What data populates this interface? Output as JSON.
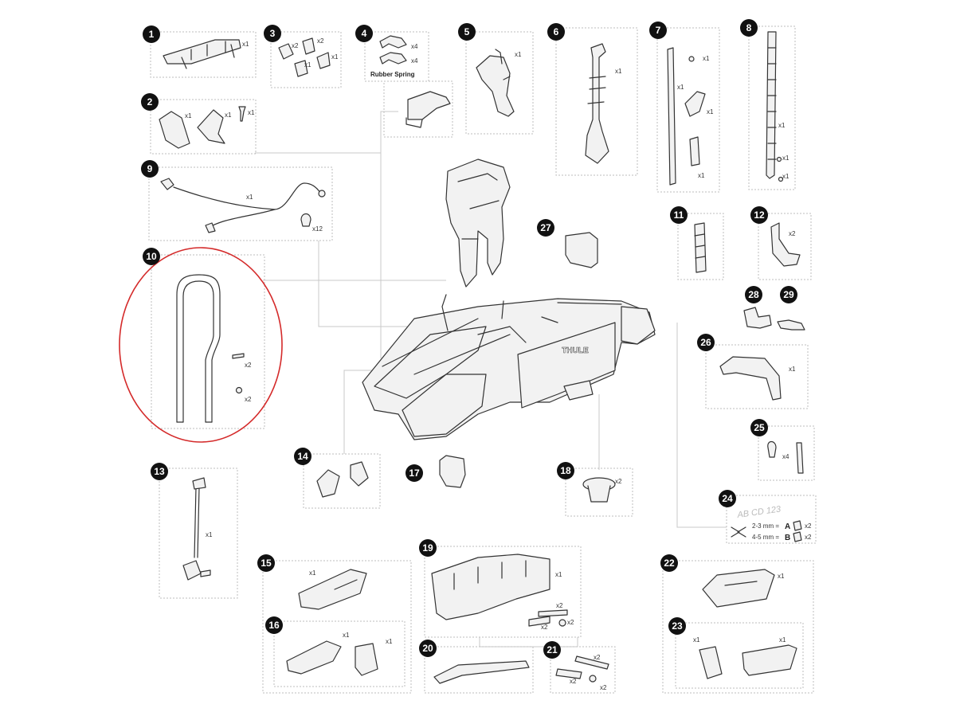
{
  "brand_text": "THULE",
  "highlight_color": "#d42a2a",
  "callouts": [
    {
      "n": "1",
      "q": [
        "x1"
      ]
    },
    {
      "n": "2",
      "q": [
        "x1",
        "x1",
        "x1"
      ]
    },
    {
      "n": "3",
      "q": [
        "x2",
        "x2",
        "x1",
        "x1"
      ]
    },
    {
      "n": "4",
      "q": [
        "x4",
        "x4"
      ],
      "caption": "Rubber Spring"
    },
    {
      "n": "5",
      "q": [
        "x1"
      ]
    },
    {
      "n": "6",
      "q": [
        "x1"
      ]
    },
    {
      "n": "7",
      "q": [
        "x1",
        "x1",
        "x1",
        "x1"
      ]
    },
    {
      "n": "8",
      "q": [
        "x1",
        "x1",
        "x1"
      ]
    },
    {
      "n": "9",
      "q": [
        "x1",
        "x12"
      ]
    },
    {
      "n": "10",
      "q": [
        "x2",
        "x2"
      ]
    },
    {
      "n": "11",
      "q": []
    },
    {
      "n": "12",
      "q": [
        "x2"
      ]
    },
    {
      "n": "13",
      "q": [
        "x1"
      ]
    },
    {
      "n": "14",
      "q": []
    },
    {
      "n": "15",
      "q": [
        "x1"
      ]
    },
    {
      "n": "16",
      "q": [
        "x1",
        "x1"
      ]
    },
    {
      "n": "17",
      "q": []
    },
    {
      "n": "18",
      "q": [
        "x2"
      ]
    },
    {
      "n": "19",
      "q": [
        "x1",
        "x2",
        "x2",
        "x2"
      ]
    },
    {
      "n": "20",
      "q": []
    },
    {
      "n": "21",
      "q": [
        "x2",
        "x2",
        "x2"
      ]
    },
    {
      "n": "22",
      "q": [
        "x1"
      ]
    },
    {
      "n": "23",
      "q": [
        "x1",
        "x1"
      ]
    },
    {
      "n": "24",
      "q": [
        "x2",
        "x2"
      ],
      "plate": "AB CD 123",
      "lines": [
        "2-3 mm =",
        "4-5 mm ="
      ],
      "letters": [
        "A",
        "B"
      ]
    },
    {
      "n": "25",
      "q": [
        "x4"
      ]
    },
    {
      "n": "26",
      "q": [
        "x1"
      ]
    },
    {
      "n": "27",
      "q": []
    },
    {
      "n": "28",
      "q": []
    },
    {
      "n": "29",
      "q": []
    }
  ]
}
